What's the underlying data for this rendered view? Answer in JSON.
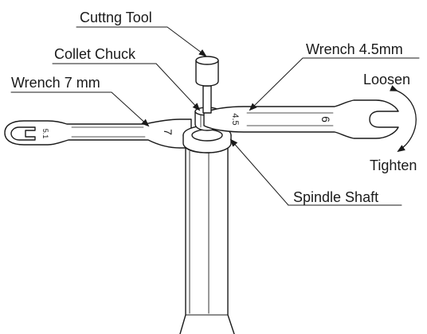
{
  "labels": {
    "cutting_tool": "Cuttng Tool",
    "collet_chuck": "Collet Chuck",
    "wrench_large": "Wrench 7 mm",
    "wrench_small": "Wrench 4.5mm",
    "spindle_shaft": "Spindle Shaft",
    "loosen": "Loosen",
    "tighten": "Tighten"
  },
  "wrench_marks": {
    "large_handle": "5.1",
    "large_head": "7",
    "small_head": "4.5",
    "small_handle": "6"
  },
  "colors": {
    "line": "#1a1a1a",
    "fill": "#ffffff"
  }
}
